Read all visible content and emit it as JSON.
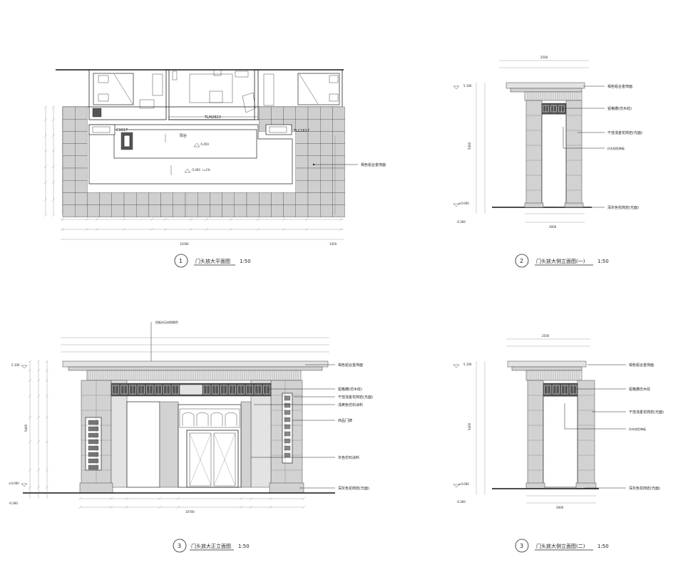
{
  "views": {
    "plan": {
      "number": "1",
      "title": "门头放大平面图",
      "scale": "1:50",
      "labels": {
        "door_code_main": "TLM2823",
        "window_left": "C1617",
        "window_right": "TLC1617",
        "terrace": "阳台",
        "level_upper": "-5.450",
        "level_lower": "-5.000",
        "slope": "i=1%",
        "finish": "褐色铝合金饰面",
        "dim_total": "11000",
        "dim_right": "1450"
      }
    },
    "side_elevation_1": {
      "number": "2",
      "title": "门头放大侧立面图(一)",
      "scale": "1:50",
      "labels": {
        "cap": "褐色铝合金饰面",
        "grille": "铝格栅(仿木纹)",
        "column": "干挂浅金花岗岩(光面)",
        "infill": "仿木纹铝单板",
        "base": "深灰色花岗岩(光面)",
        "level_top": "5.100",
        "level_ground": "±0.000",
        "level_below": "-0.300",
        "dim_top": "2500",
        "dim_bottom": "3000",
        "dim_height": "5400"
      }
    },
    "front_elevation": {
      "number": "3",
      "title": "门头放大正立面图",
      "scale": "1:50",
      "labels": {
        "top_note": "铝板仿石材质颜色",
        "cap": "褐色铝合金饰面",
        "grille": "铝格栅(仿木纹)",
        "column": "干挂浅金花岗岩(光面)",
        "stone": "浅黄色仿石涂料",
        "sign": "商品门牌",
        "panel": "灰色仿石涂料",
        "base": "深灰色花岗岩(光面)",
        "level_top": "5.100",
        "level_ground": "±0.000",
        "level_below": "-0.300",
        "dim_total": "10700",
        "dim_height": "5400"
      }
    },
    "side_elevation_2": {
      "number": "3",
      "title": "门头放大侧立面图(二)",
      "scale": "1:50",
      "labels": {
        "cap": "褐色铝合金饰面",
        "grille": "铝格栅仿木纹",
        "column": "干挂浅金花岗岩(光面)",
        "infill": "仿木纹铝单板",
        "base": "深灰色花岗岩(光面)",
        "level_top": "5.100",
        "level_ground": "±0.000",
        "level_below": "-0.300",
        "dim_top": "2500",
        "dim_bottom": "3000",
        "dim_height": "5400"
      }
    }
  }
}
